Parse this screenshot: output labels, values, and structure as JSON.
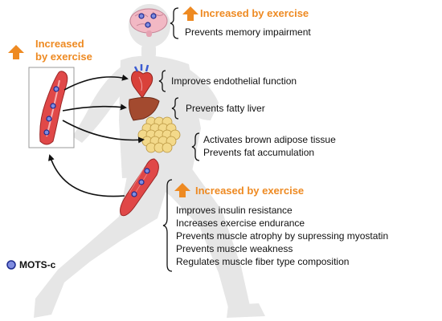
{
  "colors": {
    "accent_orange": "#EE8A22",
    "silhouette": "#E6E6E6",
    "vessel_red": "#E04848",
    "mots_c_dot": "#3F51B5"
  },
  "icons": [
    "brain-icon",
    "heart-icon",
    "liver-icon",
    "adipose-tissue-icon",
    "muscle-icon",
    "blood-vessel-icon",
    "up-arrow-icon"
  ],
  "brain": {
    "heading": "Increased by exercise",
    "effects": [
      "Prevents memory impairment"
    ]
  },
  "blood_vessel": {
    "heading_line1": "Increased",
    "heading_line2": "by exercise"
  },
  "heart": {
    "effects": [
      "Improves endothelial function"
    ]
  },
  "liver": {
    "effects": [
      "Prevents fatty liver"
    ]
  },
  "adipose": {
    "effects": [
      "Activates brown adipose tissue",
      "Prevents fat accumulation"
    ]
  },
  "muscle": {
    "heading": "Increased by exercise",
    "effects": [
      "Improves insulin resistance",
      "Increases exercise endurance",
      "Prevents muscle atrophy by supressing myostatin",
      "Prevents muscle weakness",
      "Regulates muscle fiber type composition"
    ]
  },
  "legend": {
    "label": "MOTS-c"
  }
}
